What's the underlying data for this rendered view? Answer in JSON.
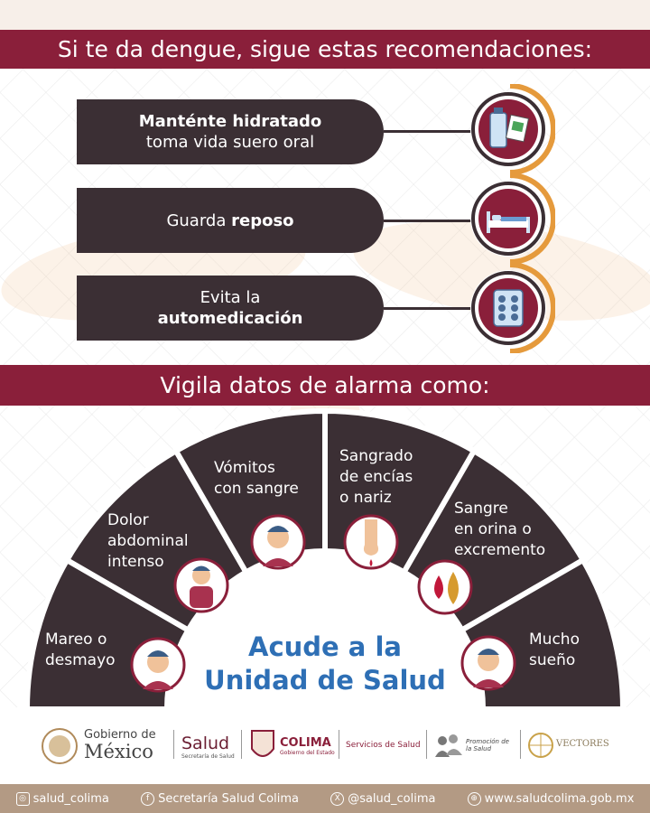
{
  "header": {
    "title": "Si te da dengue, sigue estas recomendaciones:"
  },
  "recommendations": [
    {
      "bold": "Manténte hidratado",
      "text": "toma vida suero oral",
      "icon": "water-bottle-icon"
    },
    {
      "text_before": "Guarda ",
      "bold": "reposo",
      "icon": "bed-icon"
    },
    {
      "text": "Evita la",
      "bold": "automedicación",
      "icon": "pills-icon"
    }
  ],
  "alarm": {
    "title": "Vigila datos de alarma como:",
    "signs": [
      {
        "lines": [
          "Mareo o",
          "desmayo"
        ],
        "icon": "dizzy-person-icon"
      },
      {
        "lines": [
          "Dolor",
          "abdominal",
          "intenso"
        ],
        "icon": "stomach-pain-icon"
      },
      {
        "lines": [
          "Vómitos",
          "con sangre"
        ],
        "icon": "vomiting-person-icon"
      },
      {
        "lines": [
          "Sangrado",
          "de encías",
          "o nariz"
        ],
        "icon": "bleeding-nose-icon"
      },
      {
        "lines": [
          "Sangre",
          "en orina o",
          "excremento"
        ],
        "icon": "blood-drop-icon"
      },
      {
        "lines": [
          "Mucho",
          "sueño"
        ],
        "icon": "sleepy-person-icon"
      }
    ],
    "center": [
      "Acude a la",
      "Unidad de Salud"
    ]
  },
  "logos": {
    "gobierno_small": "Gobierno de",
    "gobierno_big": "México",
    "salud": "Salud",
    "salud_sub": "Secretaría de Salud",
    "colima": "COLIMA",
    "colima_sub": "Gobierno del Estado",
    "servicios": "Servicios de Salud",
    "promocion": "Promoción de la Salud",
    "vectores": "VECTORES"
  },
  "footer": {
    "instagram": "salud_colima",
    "facebook": "Secretaría Salud Colima",
    "x": "@salud_colima",
    "web": "www.saludcolima.gob.mx"
  },
  "colors": {
    "maroon": "#8a1f3a",
    "dark": "#3b2f34",
    "orange": "#e59a3c",
    "blue": "#2e6fb5",
    "footer": "#b39a84"
  }
}
